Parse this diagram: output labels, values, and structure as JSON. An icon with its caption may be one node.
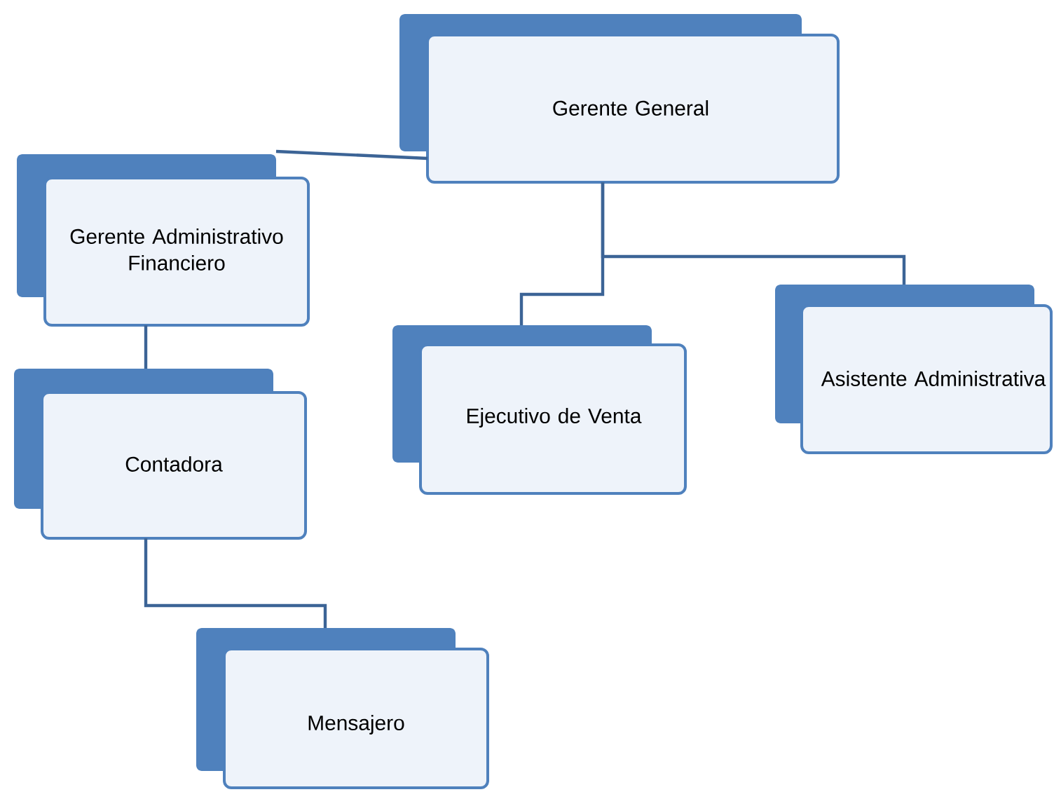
{
  "diagram": {
    "nodes": [
      {
        "text": [
          "Gerente General"
        ]
      },
      {
        "text": [
          "Gerente Administrativo Financiero"
        ]
      },
      {
        "text": [
          "Ejecutivo de Venta"
        ]
      },
      {
        "text": [
          "Asistente Administrativa"
        ]
      },
      {
        "text": [
          "Contadora"
        ]
      },
      {
        "text": [
          "Mensajero"
        ]
      }
    ],
    "edges": [
      {
        "from": 0,
        "to": 1,
        "arrow": "none"
      },
      {
        "from": 0,
        "to": 2,
        "arrow": "none"
      },
      {
        "from": 0,
        "to": 3,
        "arrow": "none"
      },
      {
        "from": 1,
        "to": 4,
        "arrow": "none"
      },
      {
        "from": 4,
        "to": 5,
        "arrow": "none"
      }
    ]
  }
}
